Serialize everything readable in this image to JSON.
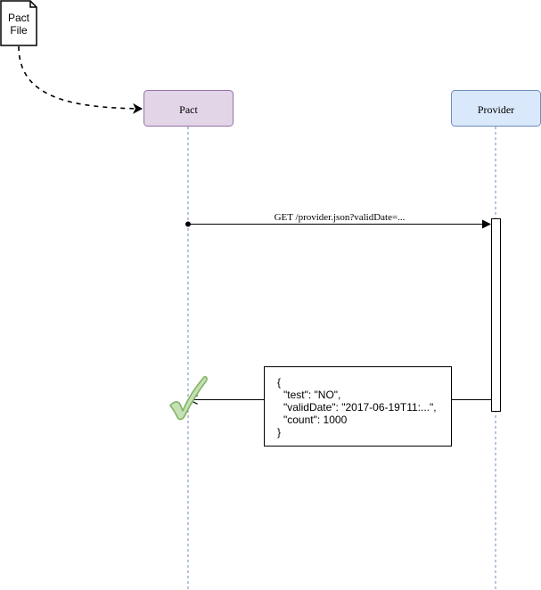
{
  "file": {
    "line1": "Pact",
    "line2": "File"
  },
  "participants": {
    "pact": {
      "label": "Pact",
      "fill": "#e1d5e7",
      "stroke": "#9673a6"
    },
    "provider": {
      "label": "Provider",
      "fill": "#dae8fc",
      "stroke": "#6c8ebf"
    }
  },
  "messages": {
    "request": "GET /provider.json?validDate=..."
  },
  "response_body": {
    "lines": [
      "{",
      "\"test\": \"NO\",",
      "\"validDate\": \"2017-06-19T11:...\",",
      "\"count\": 1000",
      "}"
    ]
  },
  "result": {
    "icon": "checkmark-icon",
    "fill": "#c5e0b4",
    "stroke": "#82b366"
  }
}
